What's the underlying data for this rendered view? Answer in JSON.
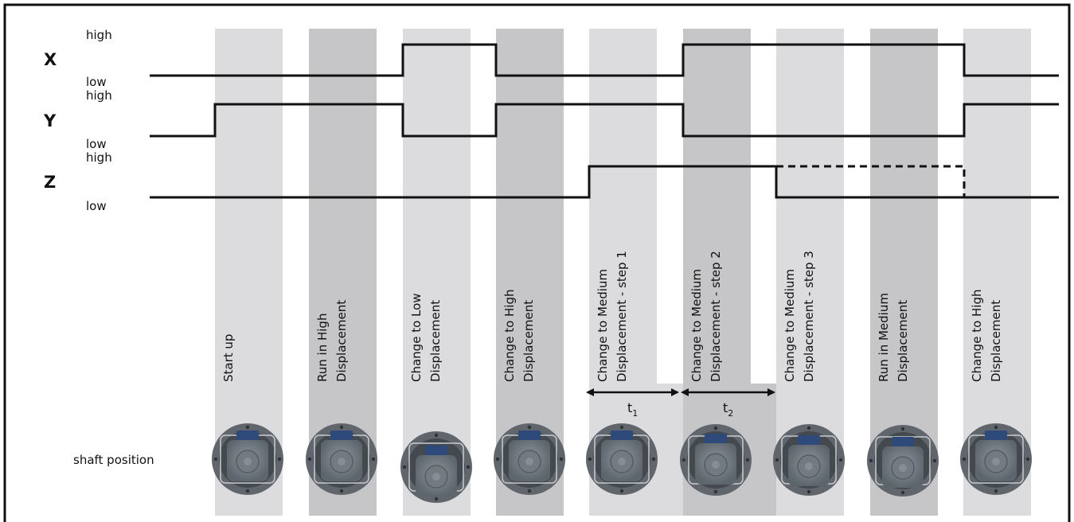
{
  "signals": [
    {
      "name": "X",
      "high_label": "high",
      "low_label": "low"
    },
    {
      "name": "Y",
      "high_label": "high",
      "low_label": "low"
    },
    {
      "name": "Z",
      "high_label": "high",
      "low_label": "low"
    }
  ],
  "columns": [
    {
      "line1": "Start up",
      "line2": ""
    },
    {
      "line1": "Run in High",
      "line2": "Displacement"
    },
    {
      "line1": "Change to Low",
      "line2": "Displacement"
    },
    {
      "line1": "Change to High",
      "line2": "Displacement"
    },
    {
      "line1": "Change to Medium",
      "line2": "Displacement - step 1"
    },
    {
      "line1": "Change to Medium",
      "line2": "Displacement - step 2"
    },
    {
      "line1": "Change to Medium",
      "line2": "Displacement - step 3"
    },
    {
      "line1": "Run in Medium",
      "line2": "Displacement"
    },
    {
      "line1": "Change to High",
      "line2": "Displacement"
    }
  ],
  "timing": {
    "t1_base": "t",
    "t1_sub": "1",
    "t2_base": "t",
    "t2_sub": "2"
  },
  "shaft_label": "shaft position",
  "shaft_icon": "rotor-shaft-icon"
}
